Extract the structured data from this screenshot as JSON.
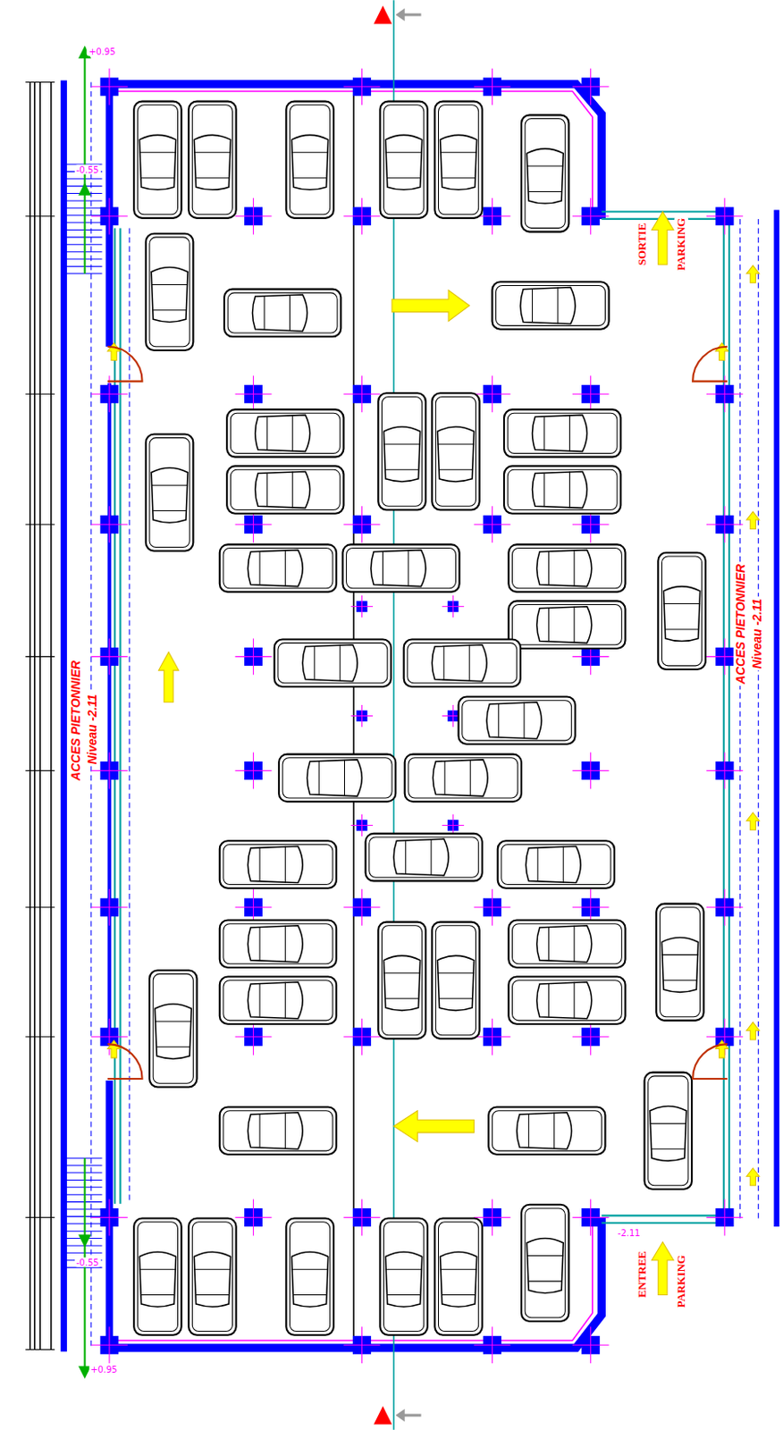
{
  "diagram": {
    "labels": [
      "ACCES PIETONNIER",
      "Niveau -2.11",
      "ACCES PIETONNIER",
      "Niveau -2.11",
      "SORTIE",
      "PARKING",
      "ENTREE",
      "PARKING",
      "+0.95",
      "+0.95",
      "-0.55",
      "-0.55",
      "-2.11"
    ]
  }
}
